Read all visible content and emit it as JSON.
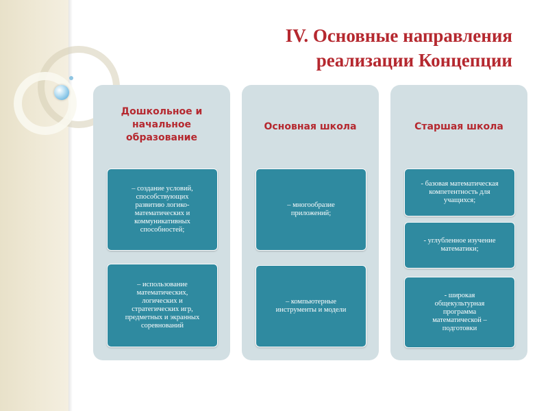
{
  "slide": {
    "title_lines": [
      "IV. Основные направления",
      "реализации Концепции"
    ]
  },
  "columns": [
    {
      "heading_lines": [
        "Дошкольное и",
        "начальное",
        "образование"
      ],
      "boxes": [
        [
          "– создание условий,",
          "способствующих",
          "развитию логико-",
          "математических и",
          "коммуникативных",
          "способностей;"
        ],
        [
          "– использование",
          "математических,",
          "логических и",
          "стратегических игр,",
          "предметных и экранных",
          "соревнований"
        ]
      ]
    },
    {
      "heading_lines": [
        "Основная школа"
      ],
      "boxes": [
        [
          "– многообразие",
          "приложений;"
        ],
        [
          "– компьютерные",
          "инструменты и модели"
        ]
      ]
    },
    {
      "heading_lines": [
        "Старшая школа"
      ],
      "boxes": [
        [
          "- базовая математическая",
          "компетентность для",
          "учащихся;"
        ],
        [
          "- углубленное изучение",
          "математики;"
        ],
        [
          "- широкая",
          "общекультурная",
          "программа",
          "математической –",
          "подготовки"
        ]
      ]
    }
  ],
  "colors": {
    "title": "#b5282f",
    "column_bg": "#d2dfe3",
    "box_bg": "#2f8aa0",
    "box_text": "#ffffff"
  }
}
